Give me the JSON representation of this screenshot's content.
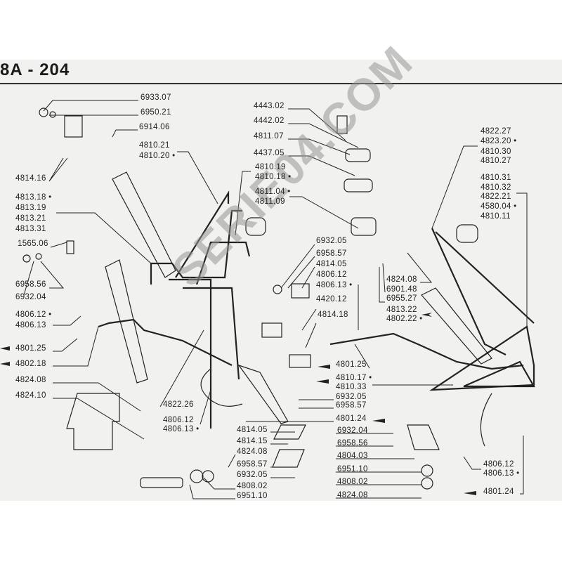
{
  "header": {
    "title": "8A - 204"
  },
  "watermark": "SERIE04.COM",
  "labels": [
    "6933.07",
    "6950.21",
    "6914.06",
    "4810.21",
    "4810.20 •",
    "4814.16",
    "4813.18 •",
    "4813.19",
    "4813.21",
    "4813.31",
    "1565.06",
    "6958.56",
    "6932.04",
    "4806.12 •",
    "4806.13",
    "4801.25",
    "4802.18",
    "4824.08",
    "4824.10",
    "4822.26",
    "4806.12",
    "4806.13 •",
    "4443.02",
    "4442.02",
    "4811.07",
    "4437.05",
    "4810.19",
    "4810.18 •",
    "4811.04 •",
    "4811.09",
    "6932.05",
    "6958.57",
    "4814.05",
    "4806.12",
    "4806.13 •",
    "4420.12",
    "4814.18",
    "4824.08",
    "6901.48",
    "6955.27",
    "4813.22",
    "4802.22 •",
    "4822.27",
    "4823.20 •",
    "4810.30",
    "4810.27",
    "4810.31",
    "4810.32",
    "4822.21",
    "4580.04 •",
    "4810.11",
    "4801.25",
    "4810.17 •",
    "4810.33",
    "6932.05",
    "6958.57",
    "4801.24",
    "6932.04",
    "6958.56",
    "4804.03",
    "6951.10",
    "4808.02",
    "4824.08",
    "4806.12",
    "4806.13 •",
    "4801.24",
    "4814.05",
    "4814.15",
    "4824.08",
    "6958.57",
    "6932.05",
    "4808.02",
    "6951.10"
  ]
}
